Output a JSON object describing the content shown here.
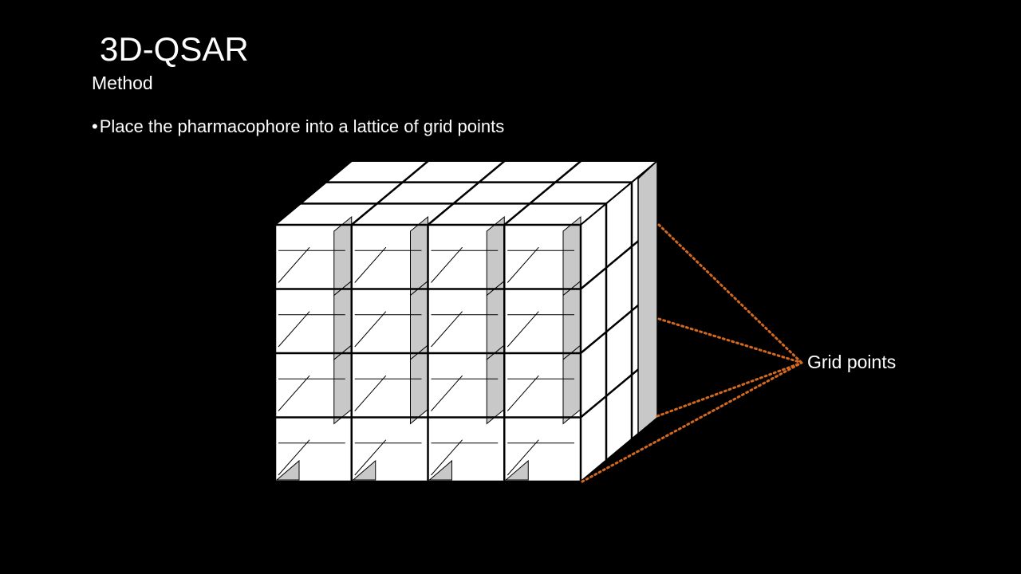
{
  "slide": {
    "title": "3D-QSAR",
    "subtitle": "Method",
    "bullets": [
      {
        "marker": "•",
        "text": "Place the pharmacophore into a lattice of grid points"
      }
    ]
  },
  "diagram": {
    "grid_columns": 4,
    "grid_rows": 4,
    "callout": {
      "label": "Grid points",
      "connector_count": 4
    }
  },
  "colors": {
    "background": "#000000",
    "text": "#ffffff",
    "grid_face": "#ffffff",
    "grid_line": "#000000",
    "grid_shade": "#c8c8c8",
    "callout_line": "#d2691e"
  }
}
